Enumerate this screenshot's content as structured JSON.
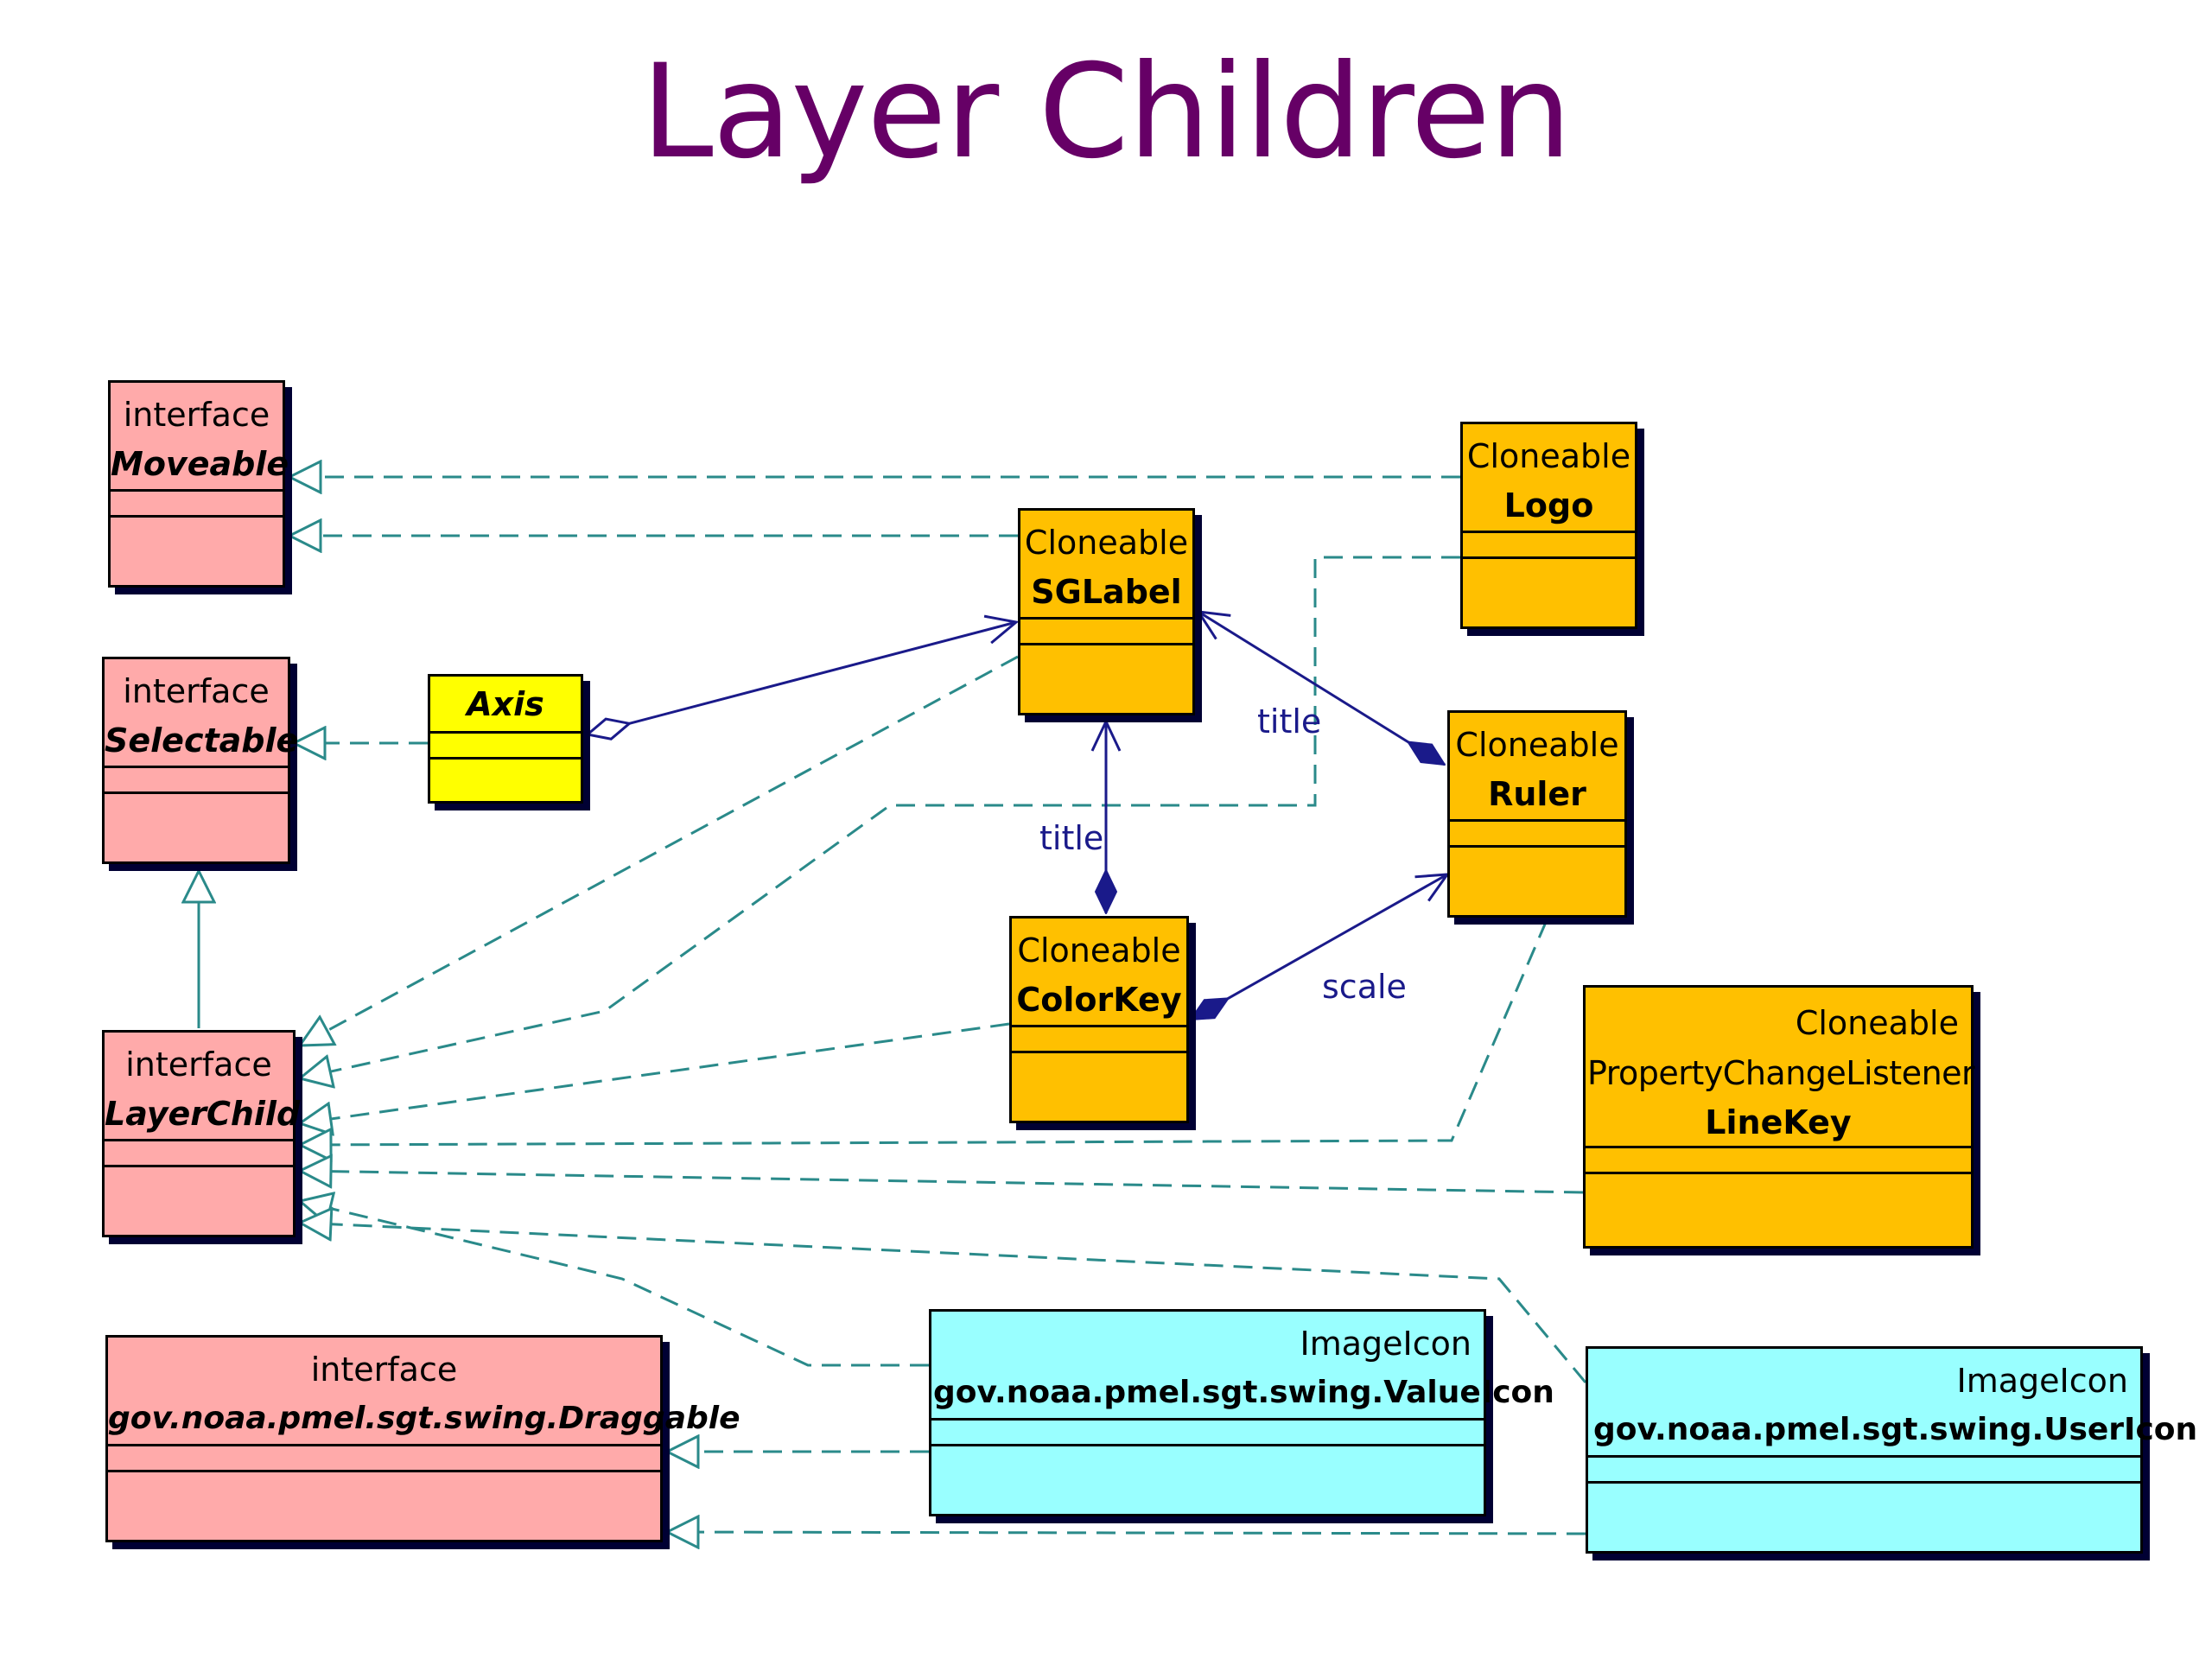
{
  "title": "Layer Children",
  "classes": {
    "moveable": {
      "stereotype": "interface",
      "name": "Moveable"
    },
    "selectable": {
      "stereotype": "interface",
      "name": "Selectable"
    },
    "layerchild": {
      "stereotype": "interface",
      "name": "LayerChild"
    },
    "draggable": {
      "stereotype": "interface",
      "name": "gov.noaa.pmel.sgt.swing.Draggable"
    },
    "axis": {
      "name": "Axis"
    },
    "sglabel": {
      "stereotype": "Cloneable",
      "name": "SGLabel"
    },
    "logo": {
      "stereotype": "Cloneable",
      "name": "Logo"
    },
    "ruler": {
      "stereotype": "Cloneable",
      "name": "Ruler"
    },
    "colorkey": {
      "stereotype": "Cloneable",
      "name": "ColorKey"
    },
    "linekey": {
      "stereotype1": "Cloneable",
      "stereotype2": "PropertyChangeListener",
      "name": "LineKey"
    },
    "valueicon": {
      "stereotype": "ImageIcon",
      "name": "gov.noaa.pmel.sgt.swing.ValueIcon"
    },
    "usericon": {
      "stereotype": "ImageIcon",
      "name": "gov.noaa.pmel.sgt.swing.UserIcon"
    }
  },
  "associations": {
    "sglabel_ruler": "title",
    "sglabel_colorkey": "title",
    "ruler_colorkey": "scale"
  },
  "colors": {
    "title": "#660066",
    "interface_fill": "#ffaaaa",
    "axis_fill": "#ffff00",
    "class_fill": "#ffc000",
    "icon_fill": "#99ffff",
    "realization_line": "#2a8a8a",
    "association_line": "#1a1a8a"
  }
}
